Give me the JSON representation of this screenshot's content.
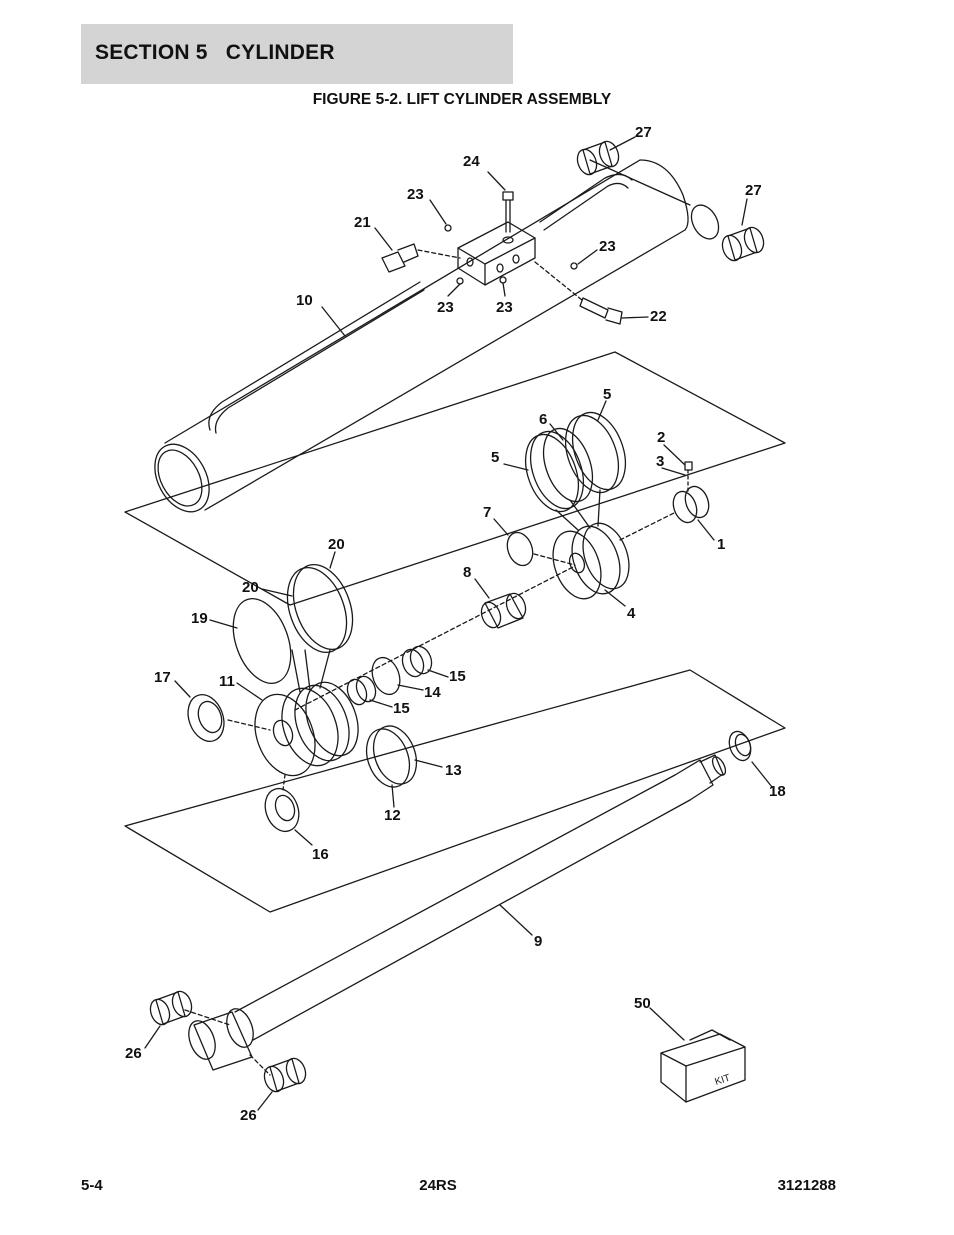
{
  "header": {
    "section_title": "SECTION 5   CYLINDER"
  },
  "figure": {
    "title": "FIGURE 5-2. LIFT CYLINDER ASSEMBLY"
  },
  "callouts": [
    "27",
    "24",
    "27",
    "23",
    "21",
    "23",
    "10",
    "23",
    "23",
    "22",
    "5",
    "6",
    "2",
    "5",
    "3",
    "7",
    "1",
    "20",
    "8",
    "4",
    "20",
    "19",
    "15",
    "17",
    "11",
    "14",
    "15",
    "13",
    "18",
    "12",
    "16",
    "9",
    "50",
    "26",
    "26"
  ],
  "kit_label": "KIT",
  "footer": {
    "page": "5-4",
    "model": "24RS",
    "doc_number": "3121288"
  }
}
